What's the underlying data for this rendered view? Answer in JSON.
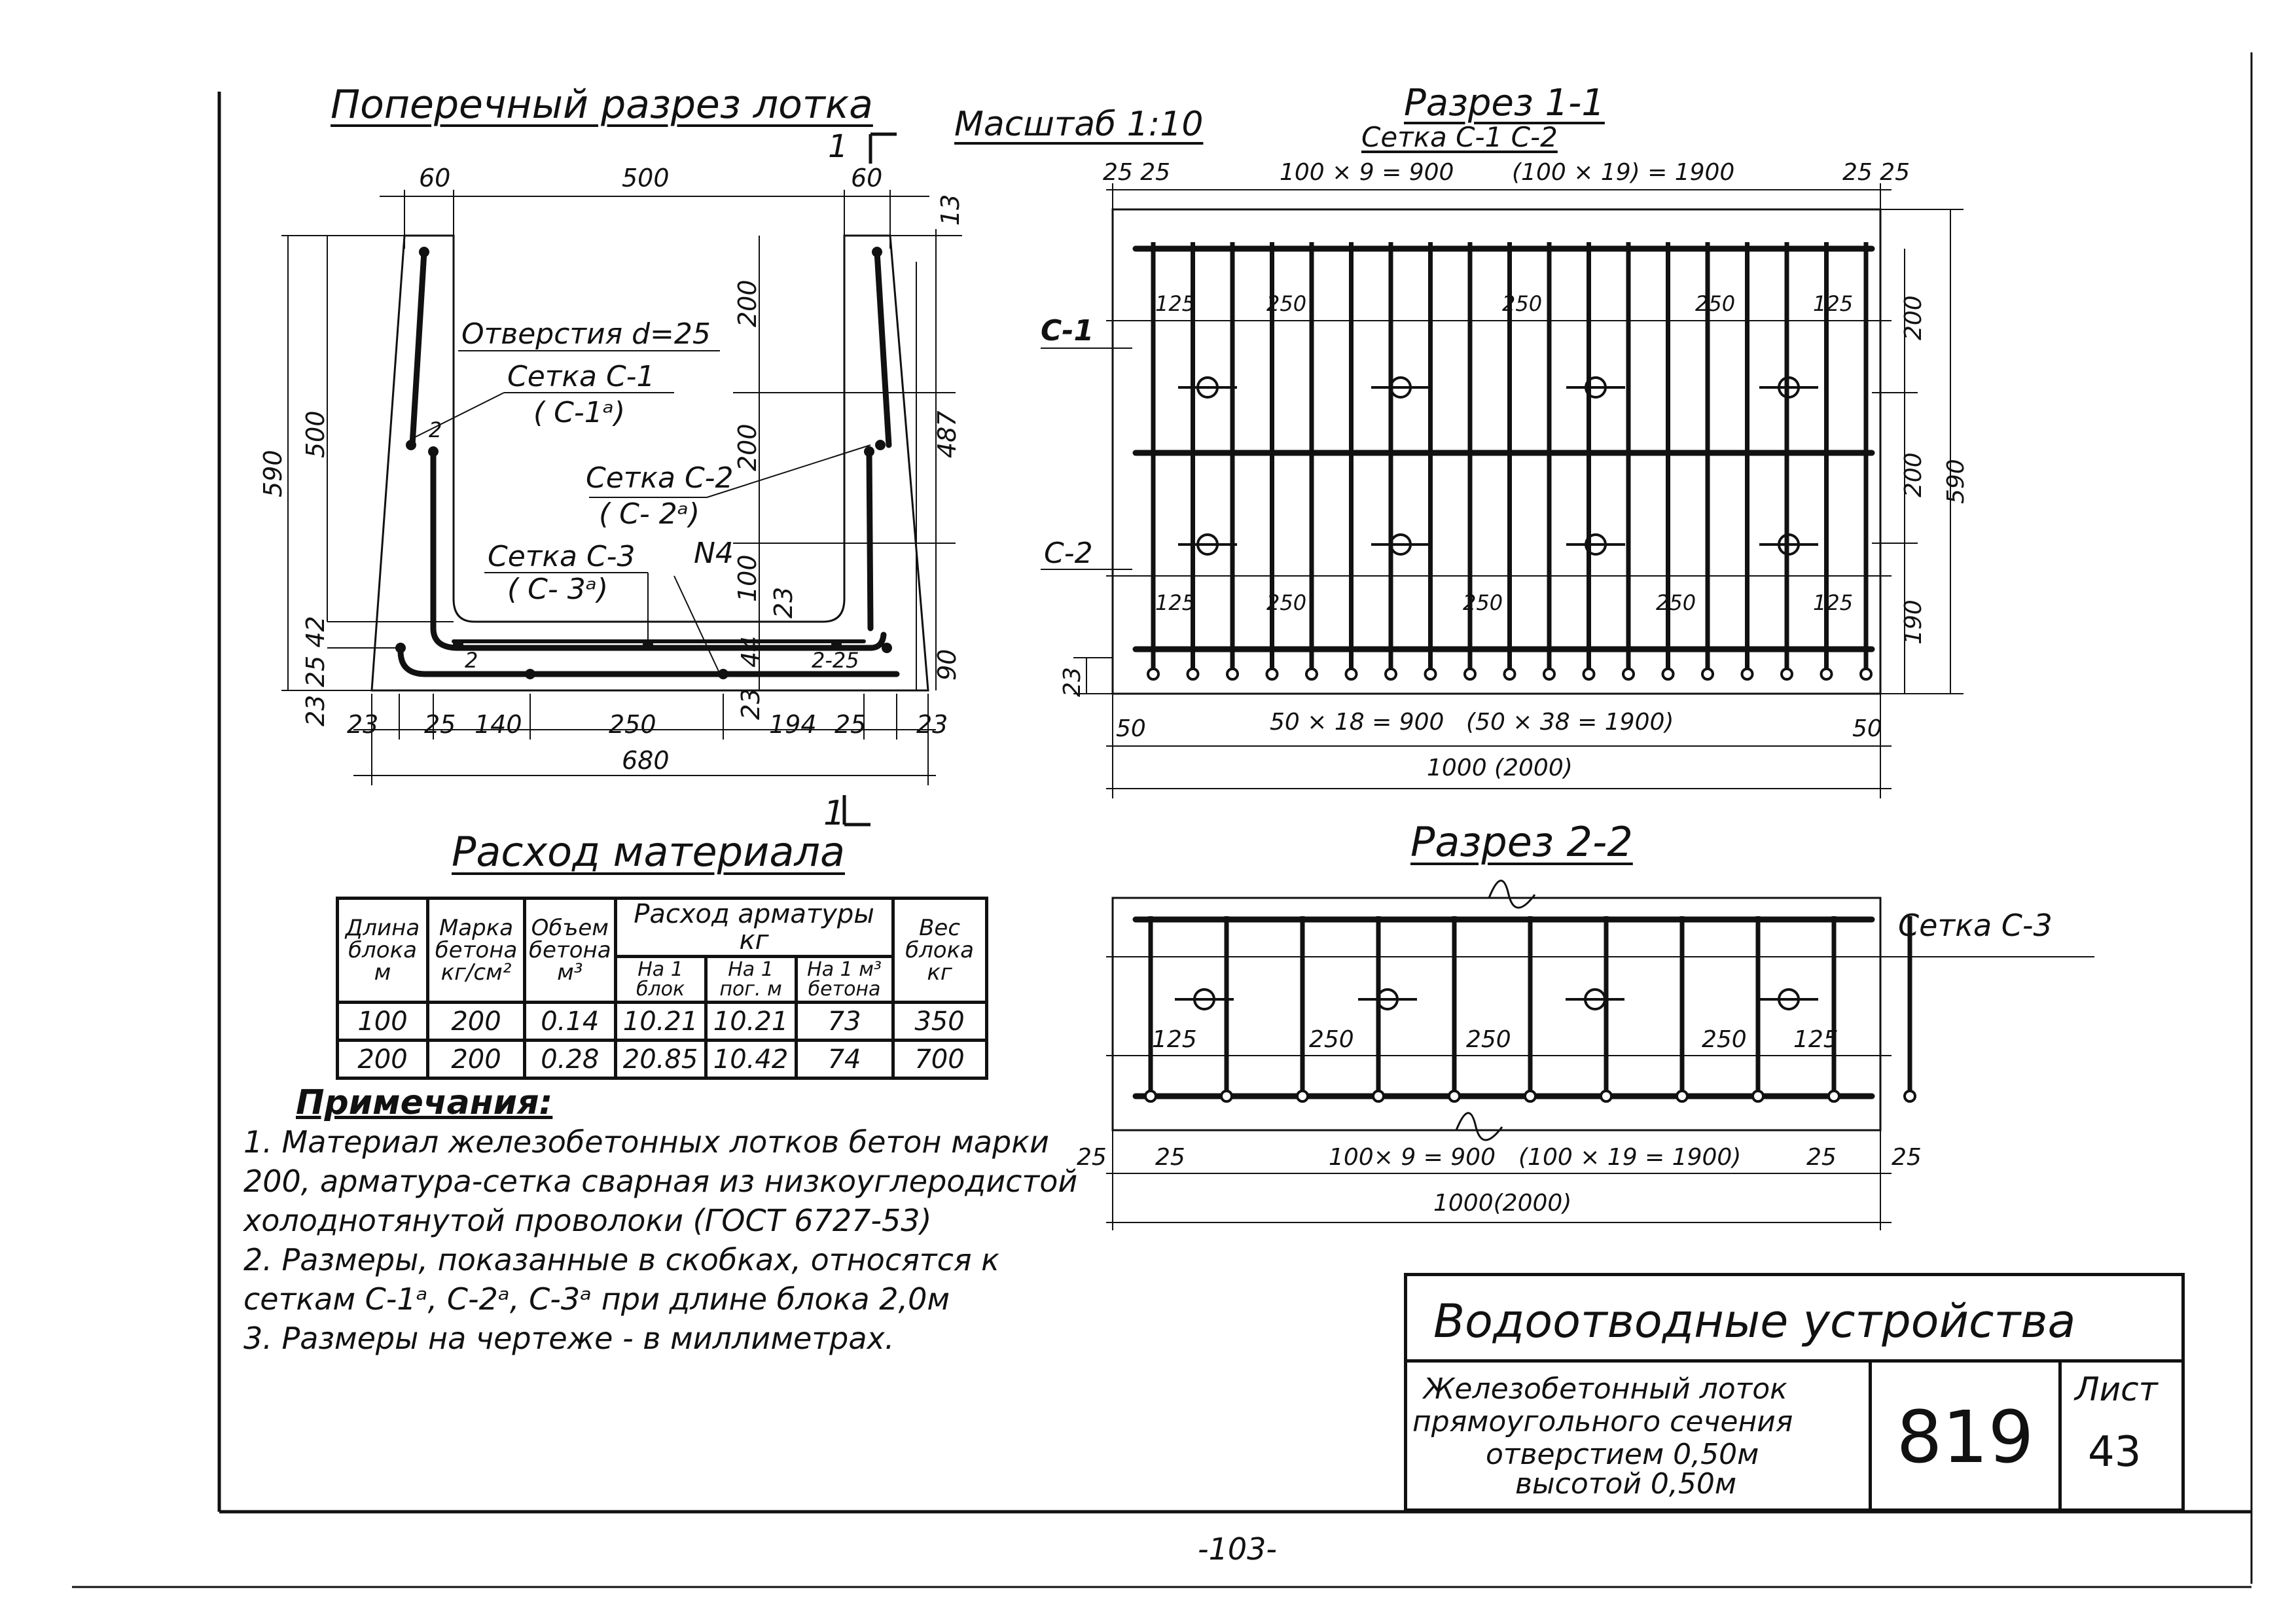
{
  "titles": {
    "cross_section": "Поперечный разрез лотка",
    "scale": "Масштаб 1:10",
    "section_1_1": "Разрез 1-1",
    "section_1_1_sub": "Сетка С-1 С-2",
    "section_2_2": "Разрез 2-2",
    "materials": "Расход материала"
  },
  "cross_section": {
    "callouts": {
      "holes": "Отверстия d=25",
      "mesh_c1": "Сетка С-1",
      "mesh_c1a": "( С-1ᵃ)",
      "mesh_c2": "Сетка С-2",
      "mesh_c2a": "( С- 2ᵃ)",
      "mesh_c3": "Сетка С-3",
      "mesh_c3a": "( С- 3ᵃ)",
      "n4": "N4",
      "cut_mark": "1"
    },
    "dims": {
      "top_60_left": "60",
      "top_500": "500",
      "top_60_right": "60",
      "right_13": "13",
      "v_200_a": "200",
      "v_200_b": "200",
      "v_100": "100",
      "v_23_in": "23",
      "v_44": "44",
      "v_23_b": "23",
      "left_590": "590",
      "left_500": "500",
      "left_25_42": "25 42",
      "left_23": "23",
      "right_487": "487",
      "right_90": "90",
      "b_23_l": "23",
      "b_25_l": "25",
      "b_140": "140",
      "b_250": "250",
      "b_194": "194",
      "b_25_r": "25",
      "b_23_r": "23",
      "b_680": "680",
      "mark_2_a": "2",
      "mark_2_b": "2",
      "mark_2_25": "2-25"
    }
  },
  "section_1_1": {
    "c1": "С-1",
    "c2": "С-2",
    "dims": {
      "top_25a": "25 25",
      "top_middle": "100 × 9 = 900",
      "top_bracket": "(100 × 19) = 1900",
      "top_25b": "25 25",
      "sp_125_a": "125",
      "sp_250_a": "250",
      "sp_250_b": "250",
      "sp_250_c": "250",
      "sp_125_b": "125",
      "sp_125_c": "125",
      "sp_250_d": "250",
      "sp_250_e": "250",
      "sp_250_f": "250",
      "sp_125_d": "125",
      "r_200_a": "200",
      "r_200_b": "200",
      "r_190": "190",
      "r_590": "590",
      "l_23": "23",
      "b_50_l": "50",
      "b_mid": "50 × 18 = 900",
      "b_bracket": "(50 × 38 = 1900)",
      "b_50_r": "50",
      "b_total": "1000 (2000)"
    }
  },
  "section_2_2": {
    "mesh": "Сетка С-3",
    "dims": {
      "sp_125_a": "125",
      "sp_250_a": "250",
      "sp_250_b": "250",
      "sp_250_c": "250",
      "sp_125_b": "125",
      "b_25_l": "25",
      "b_25_li": "25",
      "b_mid": "100× 9 = 900",
      "b_bracket": "(100 × 19 = 1900)",
      "b_25_ri": "25",
      "b_25_r": "25",
      "b_total": "1000(2000)"
    }
  },
  "materials_table": {
    "headers": {
      "length": "Длина блока м",
      "grade": "Марка бетона кг/см²",
      "volume": "Объем бетона м³",
      "steel": "Расход арматуры кг",
      "per_block": "На 1 блок",
      "per_m": "На 1 пог. м",
      "per_m3": "На 1 м³ бетона",
      "weight": "Вес блока кг"
    },
    "rows": [
      [
        "100",
        "200",
        "0.14",
        "10.21",
        "10.21",
        "73",
        "350"
      ],
      [
        "200",
        "200",
        "0.28",
        "20.85",
        "10.42",
        "74",
        "700"
      ]
    ]
  },
  "notes": {
    "heading": "Примечания:",
    "items": [
      "1. Материал железобетонных лотков бетон марки 200, арматура-сетка сварная из низкоуглеродистой холоднотянутой проволоки (ГОСТ 6727-53)",
      "2. Размеры, показанные в скобках, относятся к сеткам С-1ᵃ, С-2ᵃ, С-3ᵃ при длине блока 2,0м",
      "3. Размеры на чертеже - в миллиметрах."
    ]
  },
  "title_block": {
    "section": "Водоотводные устройства",
    "desc_1": "Железобетонный лоток",
    "desc_2": "прямоугольного сечения",
    "desc_3": "отверстием 0,50м",
    "desc_4": "высотой 0,50м",
    "number": "819",
    "sheet_label": "Лист",
    "sheet_no": "43"
  },
  "page_number": "-103-"
}
